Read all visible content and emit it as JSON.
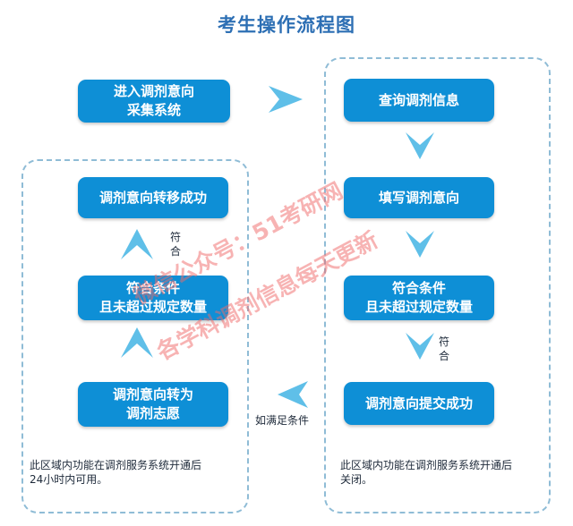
{
  "title": "考生操作流程图",
  "steps": {
    "enter_system": [
      "进入调剂意向",
      "采集系统"
    ],
    "query_info": [
      "查询调剂信息"
    ],
    "fill_intent": [
      "填写调剂意向"
    ],
    "right_check": [
      "符合条件",
      "且未超过规定数量"
    ],
    "submit_success": [
      "调剂意向提交成功"
    ],
    "convert_intent": [
      "调剂意向转为",
      "调剂志愿"
    ],
    "left_check": [
      "符合条件",
      "且未超过规定数量"
    ],
    "transfer_success": [
      "调剂意向转移成功"
    ]
  },
  "labels": {
    "right_fit": [
      "符",
      "合"
    ],
    "left_fit": [
      "符",
      "合"
    ],
    "conditions_met": "如满足条件"
  },
  "notes": {
    "left": [
      "此区域内功能在调剂服务系统开通后",
      "24小时内可用。"
    ],
    "right": [
      "此区域内功能在调剂服务系统开通后",
      "关闭。"
    ]
  },
  "watermark": {
    "line1": "微信公众号：51考研网",
    "line2": "各学科调剂信息每天更新"
  },
  "colors": {
    "title": "#2d6fb4",
    "box": "#0e8fd6",
    "arrow": "#5fbfe8",
    "dashed_border": "#8fbcd6",
    "watermark": "#f06a6a"
  }
}
